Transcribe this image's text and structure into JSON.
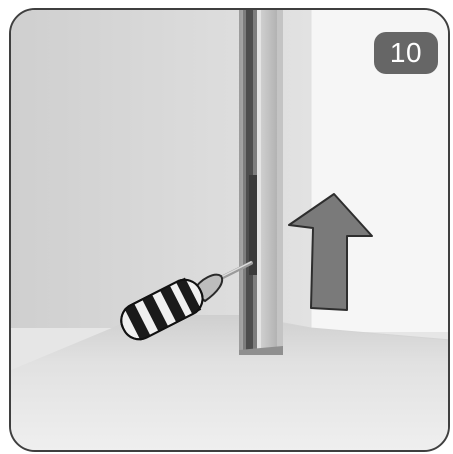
{
  "step": {
    "number": "10"
  },
  "illustration": {
    "objects": [
      "wall-corner",
      "vertical-aluminium-profile",
      "screwdriver",
      "up-arrow"
    ],
    "arrow_direction": "up",
    "colors": {
      "background_wall": "#d7d7d7",
      "right_wall": "#f5f5f5",
      "floor": "#e9e9e9",
      "profile": "#b9b9b9",
      "arrow": "#777777",
      "screwdriver_handle": "#1a1a1a",
      "badge": "#666666"
    }
  }
}
